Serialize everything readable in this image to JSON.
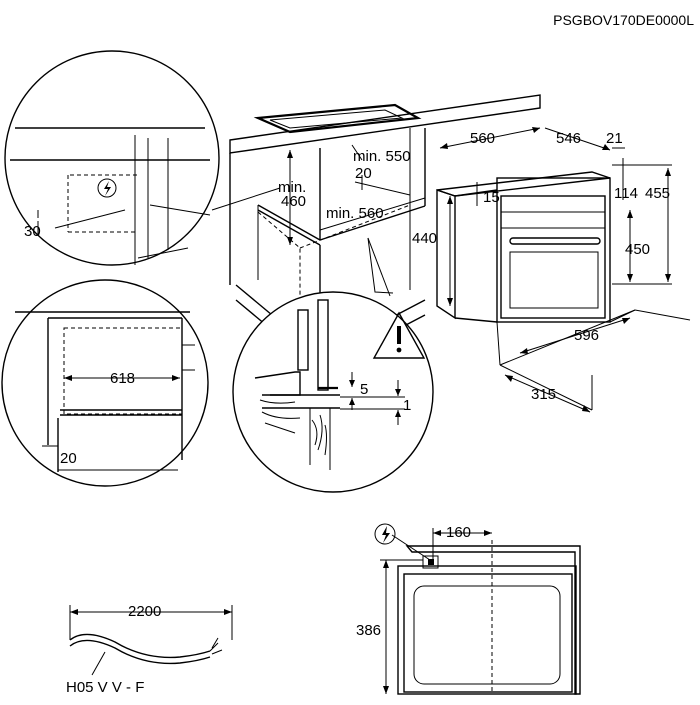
{
  "model_code": "PSGBOV170DE0000L",
  "dimensions": {
    "cabinet_left_30": "30",
    "niche_min_height": [
      "min.",
      "460"
    ],
    "niche_min_depth_top": "min. 550",
    "niche_gap_20": "20",
    "niche_min_width": "min. 560",
    "oven_width_top": "560",
    "oven_depth_546": "546",
    "oven_door_21": "21",
    "oven_114": "114",
    "oven_455": "455",
    "oven_15": "15",
    "oven_440": "440",
    "oven_450": "450",
    "oven_width_596": "596",
    "oven_depth_315": "315",
    "cabinet_width_618": "618",
    "cabinet_gap_20": "20",
    "detail_5": "5",
    "detail_1": "1",
    "socket_offset_160": "160",
    "socket_height_386": "386",
    "cable_length": "2200",
    "cable_type": "H05 V V - F"
  },
  "icons": {
    "electric_hazard": "lightning-icon",
    "warning": "warning-triangle-icon"
  }
}
